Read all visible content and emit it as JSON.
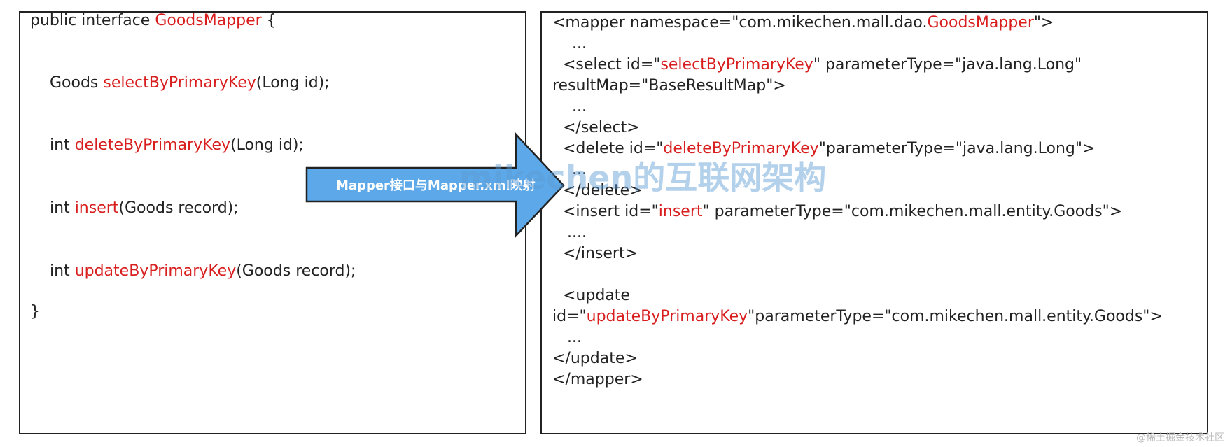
{
  "interface_code": {
    "l1": {
      "a": "public interface ",
      "b": "GoodsMapper",
      "c": " {"
    },
    "l2": {
      "a": "Goods ",
      "b": "selectByPrimaryKey",
      "c": "(Long id);"
    },
    "l3": {
      "a": "int ",
      "b": "deleteByPrimaryKey",
      "c": "(Long id);"
    },
    "l4": {
      "a": "int ",
      "b": "insert",
      "c": "(Goods record);"
    },
    "l5": {
      "a": "int ",
      "b": "updateByPrimaryKey",
      "c": "(Goods record);"
    },
    "l6": "}"
  },
  "xml_code": {
    "l1": {
      "a": "<mapper namespace=\"com.mikechen.mall.dao.",
      "b": "GoodsMapper",
      "c": "\">"
    },
    "l2": "...",
    "l3": {
      "a": "<select id=\"",
      "b": "selectByPrimaryKey",
      "c": "\" parameterType=\"java.lang.Long\""
    },
    "l4": "resultMap=\"BaseResultMap\">",
    "l5": "...",
    "l6": "</select>",
    "l7": {
      "a": "<delete id=\"",
      "b": "deleteByPrimaryKey",
      "c": "\"parameterType=\"java.lang.Long\">"
    },
    "l8": "...",
    "l9": "</delete>",
    "l10": {
      "a": "<insert id=\"",
      "b": "insert",
      "c": "\" parameterType=\"com.mikechen.mall.entity.Goods\">"
    },
    "l11": "....",
    "l12": "</insert>",
    "l13": "<update",
    "l14": {
      "a": "id=\"",
      "b": "updateByPrimaryKey",
      "c": "\"parameterType=\"com.mikechen.mall.entity.Goods\">"
    },
    "l15": "...",
    "l16": "</update>",
    "l17": "</mapper>"
  },
  "arrow": {
    "label": "Mapper接口与Mapper.xml映射"
  },
  "watermark": {
    "text": "mikechen的互联网架构"
  },
  "footer": {
    "text": "@稀土掘金技术社区"
  },
  "colors": {
    "keyword_red": "#d81e1e",
    "arrow_fill": "#5ca8e8",
    "border": "#222222"
  }
}
